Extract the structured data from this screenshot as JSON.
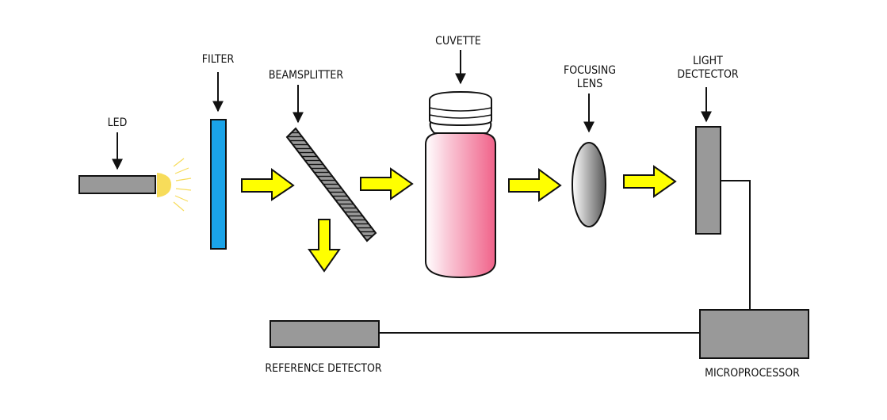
{
  "labels": {
    "led": "LED",
    "filter": "FILTER",
    "beamsplitter": "BEAMSPLITTER",
    "cuvette": "CUVETTE",
    "focusing_lens_line1": "FOCUSING",
    "focusing_lens_line2": "LENS",
    "light_detector_line1": "LIGHT",
    "light_detector_line2": "DECTECTOR",
    "reference_detector": "REFERENCE DETECTOR",
    "microprocessor": "MICROPROCESSOR"
  },
  "colors": {
    "component_gray": "#999999",
    "filter_blue": "#1aa3e8",
    "beam_yellow": "#ffff00",
    "led_glow": "#f7dc5a",
    "liquid_pink": "#f06289",
    "outline": "#111111"
  }
}
